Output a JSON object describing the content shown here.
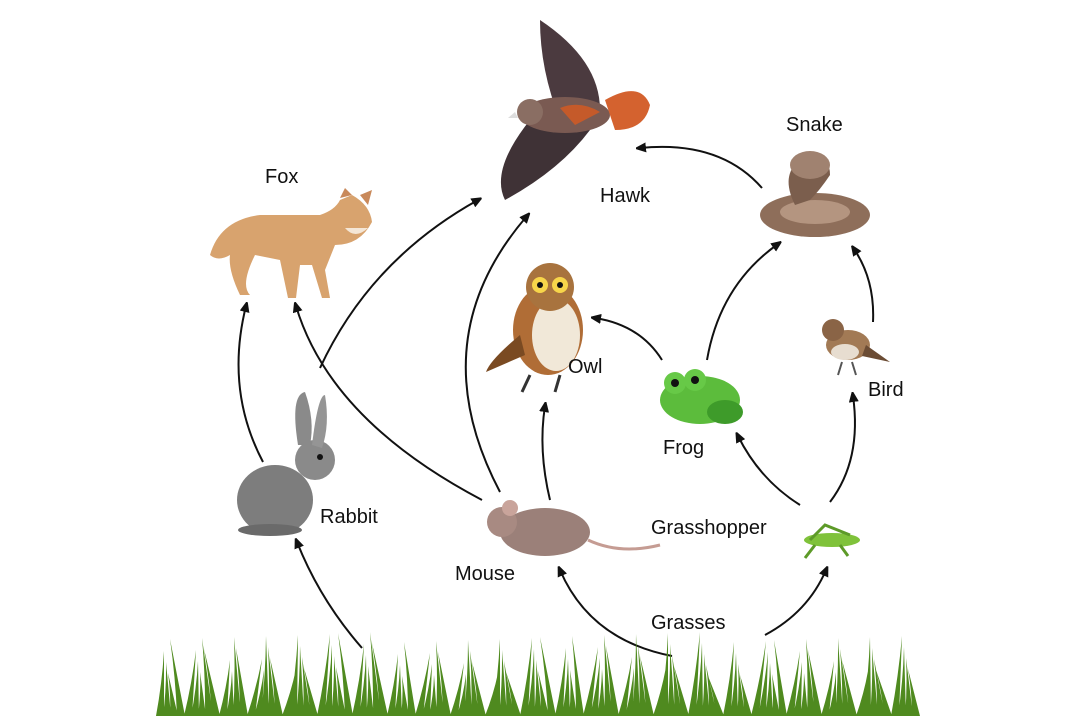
{
  "labels": {
    "fox": "Fox",
    "hawk": "Hawk",
    "snake": "Snake",
    "owl": "Owl",
    "frog": "Frog",
    "bird": "Bird",
    "rabbit": "Rabbit",
    "mouse": "Mouse",
    "grasshopper": "Grasshopper",
    "grasses": "Grasses"
  },
  "colors": {
    "arrow": "#111111",
    "grass": "#4f8a1f",
    "grass_light": "#7cb83a"
  },
  "links": [
    [
      "grasses",
      "rabbit"
    ],
    [
      "rabbit",
      "fox"
    ],
    [
      "mouse",
      "fox"
    ],
    [
      "rabbit",
      "hawk"
    ],
    [
      "mouse",
      "hawk"
    ],
    [
      "mouse",
      "owl"
    ],
    [
      "grasses",
      "mouse"
    ],
    [
      "grasses",
      "grasshopper"
    ],
    [
      "grasshopper",
      "frog"
    ],
    [
      "grasshopper",
      "bird"
    ],
    [
      "frog",
      "owl"
    ],
    [
      "frog",
      "snake"
    ],
    [
      "bird",
      "snake"
    ],
    [
      "snake",
      "hawk"
    ]
  ]
}
